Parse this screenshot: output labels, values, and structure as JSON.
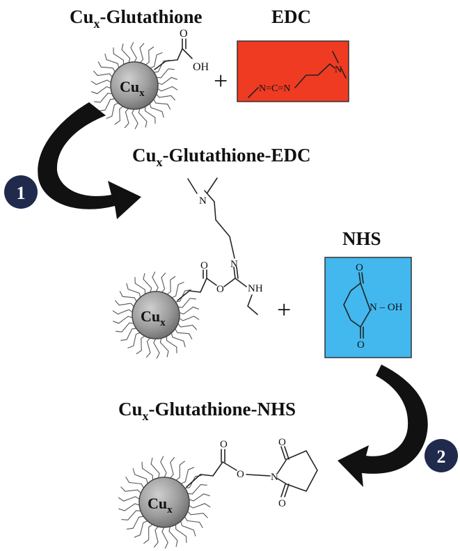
{
  "figure": {
    "titles": {
      "cu_glutathione": {
        "pre": "Cu",
        "sub": "x",
        "post": "-Glutathione"
      },
      "edc": "EDC",
      "cu_glutathione_edc": {
        "pre": "Cu",
        "sub": "x",
        "post": "-Glutathione-EDC"
      },
      "nhs": "NHS",
      "cu_glutathione_nhs": {
        "pre": "Cu",
        "sub": "x",
        "post": "-Glutathione-NHS"
      }
    },
    "particle_label": {
      "pre": "Cu",
      "sub": "x"
    },
    "atoms": {
      "oh": "OH",
      "o": "O",
      "n": "N",
      "nh": "NH",
      "h": "H",
      "n_o_h": "N – OH",
      "edc_chain": "N=C=N",
      "edc_n": "N"
    },
    "plus": "+",
    "steps": [
      "1",
      "2"
    ],
    "colors": {
      "edc_box": "#ee3b22",
      "nhs_box": "#42b8ee",
      "particle": "#9c9c9c",
      "step_badge": "#1f2a4d",
      "arrow": "#111111"
    }
  }
}
